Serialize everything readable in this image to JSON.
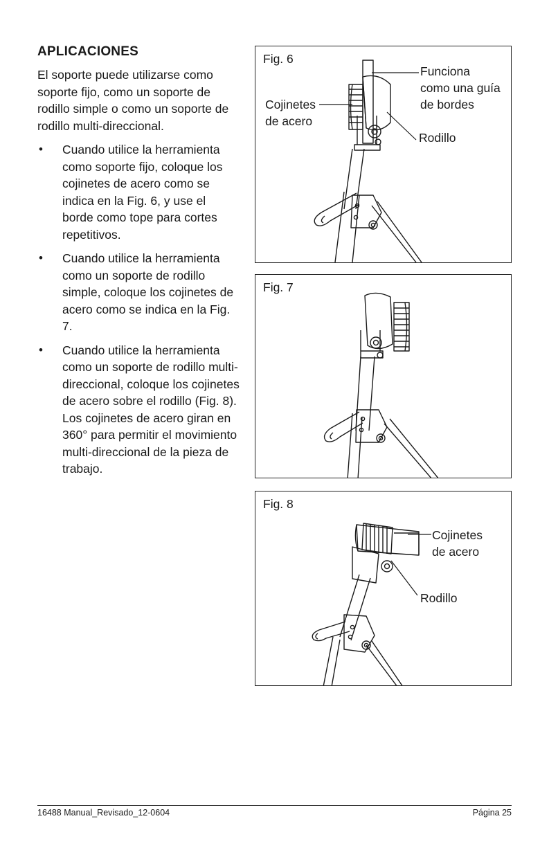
{
  "section": {
    "heading": "APLICACIONES",
    "intro": "El soporte puede utilizarse como soporte fijo, como un soporte de rodillo simple o como un soporte de rodillo multi-direccional.",
    "bullets": [
      "Cuando utilice la herramienta como soporte fijo, coloque los cojinetes de acero como se indica en la Fig. 6, y use el borde como tope para cortes repetitivos.",
      "Cuando utilice la herramienta como un soporte de rodillo simple, coloque los cojinetes de acero como se indica en la Fig. 7.",
      "Cuando utilice la herramienta como un soporte de rodillo multi-direccional, coloque los cojinetes de acero sobre el rodillo (Fig. 8). Los cojinetes de acero giran en 360° para permitir el movimiento multi-direccional de la pieza de trabajo."
    ],
    "bullet_symbol": "•"
  },
  "figures": {
    "fig6": {
      "title": "Fig. 6",
      "label_edge_guide": [
        "Funciona",
        "como una guía",
        "de bordes"
      ],
      "label_bearings": [
        "Cojinetes",
        "de acero"
      ],
      "label_roller": "Rodillo"
    },
    "fig7": {
      "title": "Fig. 7"
    },
    "fig8": {
      "title": "Fig. 8",
      "label_bearings": [
        "Cojinetes",
        "de acero"
      ],
      "label_roller": "Rodillo"
    }
  },
  "footer": {
    "left": "16488 Manual_Revisado_12-0604",
    "right": "Página 25"
  }
}
